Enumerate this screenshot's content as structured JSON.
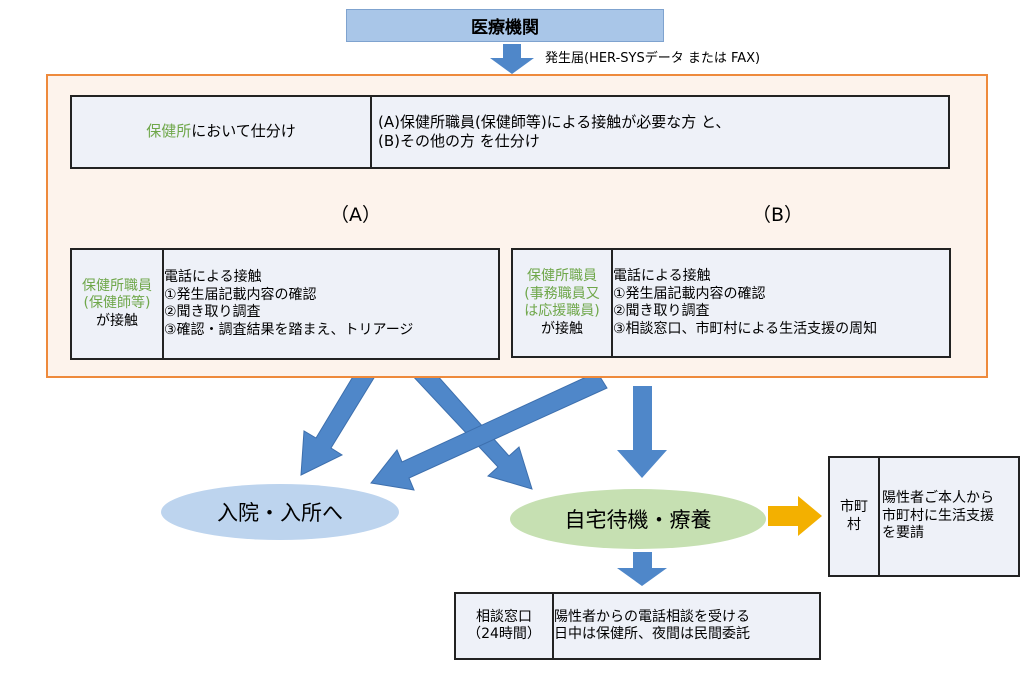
{
  "source": {
    "label": "医療機関"
  },
  "report_label": "発生届(HER-SYSデータ または FAX)",
  "sort": {
    "left_green": "保健所",
    "left_rest": "において仕分け",
    "right_line1": "(A)保健所職員(保健師等)による接触が必要な方 と、",
    "right_line2": "(B)その他の方 を仕分け"
  },
  "branch_a": {
    "label": "（A）",
    "who_green_1": "保健所職員",
    "who_green_2": "(保健師等)",
    "who_black": "が接触",
    "lines": [
      "電話による接触",
      "①発生届記載内容の確認",
      "②聞き取り調査",
      "③確認・調査結果を踏まえ、トリアージ"
    ]
  },
  "branch_b": {
    "label": "（B）",
    "who_green_1": "保健所職員",
    "who_green_2": "(事務職員又",
    "who_green_3": "は応援職員)",
    "who_black": "が接触",
    "lines": [
      "電話による接触",
      "①発生届記載内容の確認",
      "②聞き取り調査",
      "③相談窓口、市町村による生活支援の周知"
    ]
  },
  "outcomes": {
    "hospital": "入院・入所へ",
    "home": "自宅待機・療養"
  },
  "municipality": {
    "label_1": "市町",
    "label_2": "村",
    "text_1": "陽性者ご本人から",
    "text_2": "市町村に生活支援",
    "text_3": "を要請"
  },
  "consult": {
    "label_1": "相談窓口",
    "label_2": "（24時間）",
    "line_1": "陽性者からの電話相談を受ける",
    "line_2": "日中は保健所、夜間は民間委託"
  },
  "colors": {
    "arrow_blue": "#4f87c9",
    "arrow_orange": "#f3b000",
    "frame_orange": "#ee8a3c",
    "ellipse_blue": "#bdd4ee",
    "ellipse_green": "#c6e0b2",
    "label_green": "#6fa74a"
  }
}
